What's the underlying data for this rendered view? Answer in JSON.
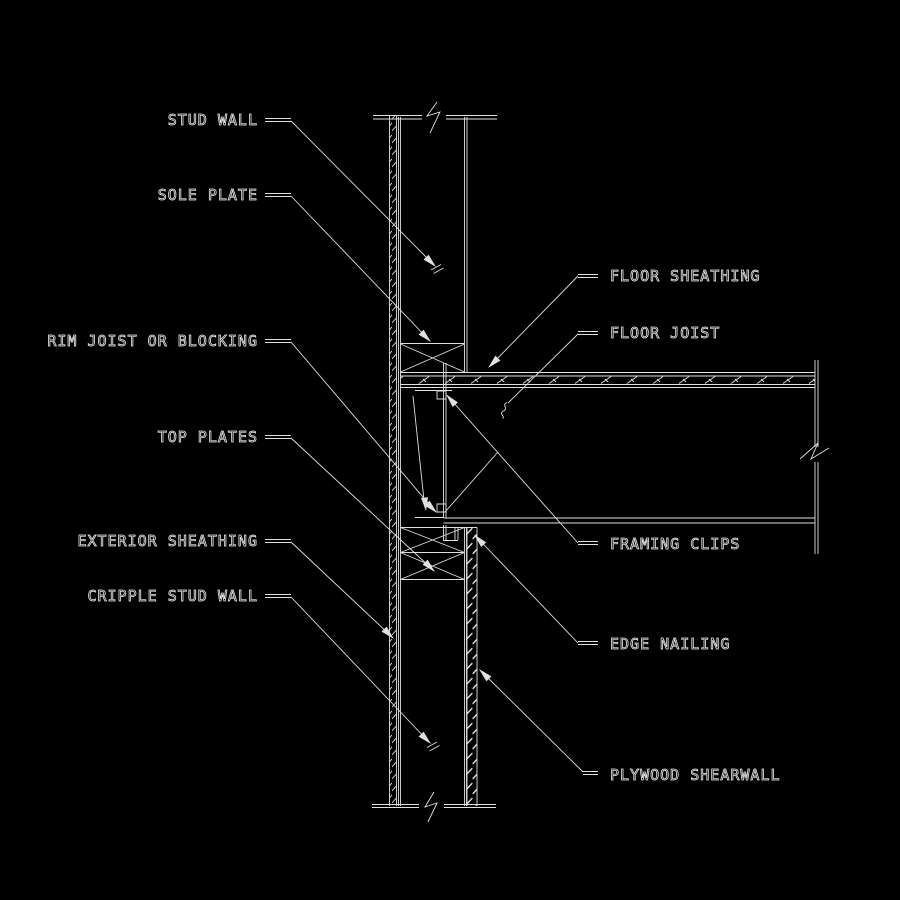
{
  "drawing": {
    "title": "wall-to-floor framing section detail",
    "background": "#000000",
    "line_color": "#e0e0e0",
    "text_color": "#e8e8e8",
    "labels": {
      "stud_wall": "STUD WALL",
      "sole_plate": "SOLE PLATE",
      "rim_joist": "RIM JOIST OR BLOCKING",
      "top_plates": "TOP PLATES",
      "exterior_sheathing": "EXTERIOR SHEATHING",
      "cripple_stud_wall": "CRIPPLE STUD WALL",
      "floor_sheathing": "FLOOR SHEATHING",
      "floor_joist": "FLOOR JOIST",
      "framing_clips": "FRAMING CLIPS",
      "edge_nailing": "EDGE NAILING",
      "plywood_shearwall": "PLYWOOD SHEARWALL"
    }
  }
}
